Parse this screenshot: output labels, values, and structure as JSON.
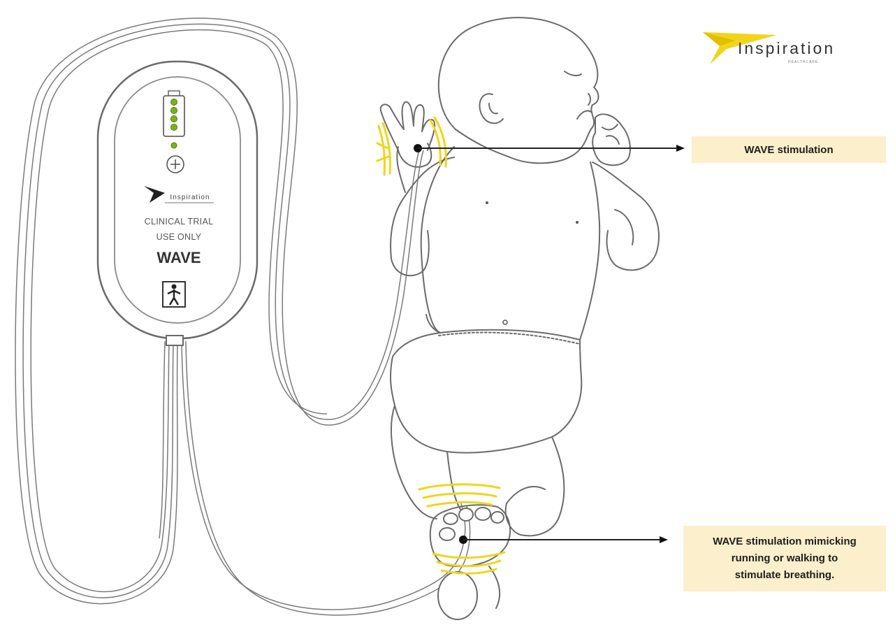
{
  "callouts": {
    "upper": "WAVE stimulation",
    "lower": "WAVE stimulation mimicking\nrunning or walking to\nstimulate breathing."
  },
  "device": {
    "brand": "Inspiration",
    "clinical_line": "CLINICAL TRIAL\nUSE ONLY",
    "label": "WAVE"
  },
  "logo": {
    "name": "Inspiration",
    "sub": "HEALTHCARE"
  },
  "colors": {
    "accent_yellow": "#f1d51a",
    "callout_bg": "#fcefcc",
    "battery_green": "#7ab317"
  },
  "icons": [
    "battery-icon",
    "plus-icon",
    "person-symbol-icon",
    "inspiration-logo-icon"
  ]
}
